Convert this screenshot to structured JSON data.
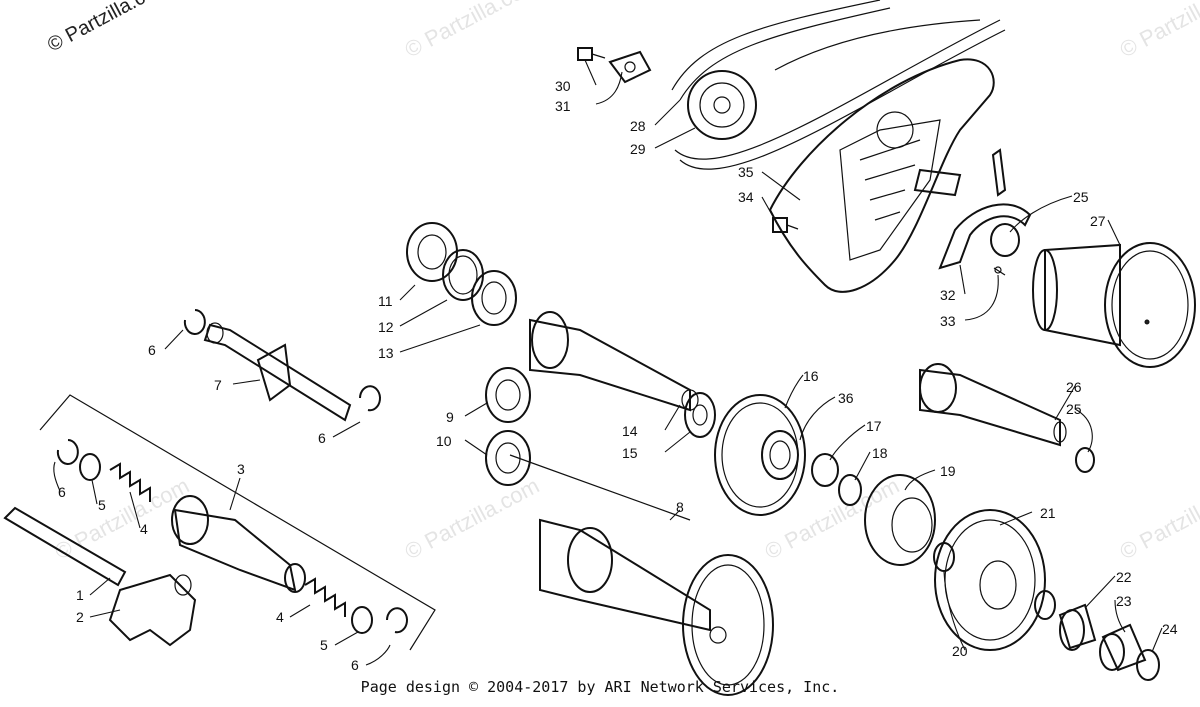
{
  "watermark": {
    "text": "© Partzilla.com"
  },
  "footer": {
    "text": "Page design © 2004-2017 by ARI Network Services, Inc."
  },
  "callouts": [
    {
      "id": "1",
      "text": "1"
    },
    {
      "id": "2",
      "text": "2"
    },
    {
      "id": "3",
      "text": "3"
    },
    {
      "id": "4a",
      "text": "4"
    },
    {
      "id": "4b",
      "text": "4"
    },
    {
      "id": "5a",
      "text": "5"
    },
    {
      "id": "5b",
      "text": "5"
    },
    {
      "id": "6a",
      "text": "6"
    },
    {
      "id": "6b",
      "text": "6"
    },
    {
      "id": "6c",
      "text": "6"
    },
    {
      "id": "6d",
      "text": "6"
    },
    {
      "id": "7",
      "text": "7"
    },
    {
      "id": "8",
      "text": "8"
    },
    {
      "id": "9",
      "text": "9"
    },
    {
      "id": "10",
      "text": "10"
    },
    {
      "id": "11",
      "text": "11"
    },
    {
      "id": "12",
      "text": "12"
    },
    {
      "id": "13",
      "text": "13"
    },
    {
      "id": "14",
      "text": "14"
    },
    {
      "id": "15",
      "text": "15"
    },
    {
      "id": "16",
      "text": "16"
    },
    {
      "id": "17",
      "text": "17"
    },
    {
      "id": "18",
      "text": "18"
    },
    {
      "id": "19",
      "text": "19"
    },
    {
      "id": "20",
      "text": "20"
    },
    {
      "id": "21",
      "text": "21"
    },
    {
      "id": "22",
      "text": "22"
    },
    {
      "id": "23",
      "text": "23"
    },
    {
      "id": "24",
      "text": "24"
    },
    {
      "id": "25a",
      "text": "25"
    },
    {
      "id": "25b",
      "text": "25"
    },
    {
      "id": "26",
      "text": "26"
    },
    {
      "id": "27",
      "text": "27"
    },
    {
      "id": "28",
      "text": "28"
    },
    {
      "id": "29",
      "text": "29"
    },
    {
      "id": "30",
      "text": "30"
    },
    {
      "id": "31",
      "text": "31"
    },
    {
      "id": "32",
      "text": "32"
    },
    {
      "id": "33",
      "text": "33"
    },
    {
      "id": "34",
      "text": "34"
    },
    {
      "id": "35",
      "text": "35"
    },
    {
      "id": "36",
      "text": "36"
    }
  ]
}
